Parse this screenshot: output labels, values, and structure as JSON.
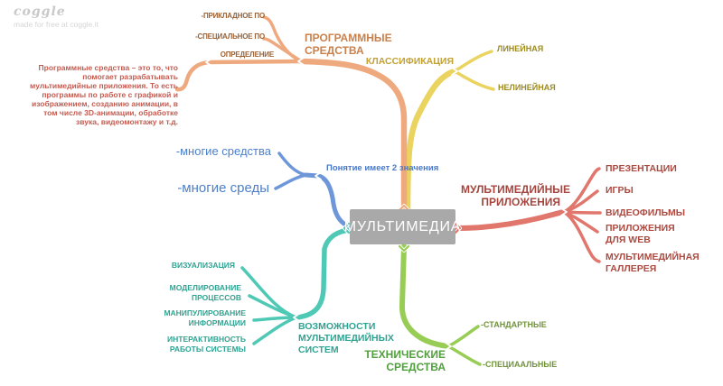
{
  "watermark": {
    "logo": "coggle",
    "tagline": "made for free at coggle.it"
  },
  "center": {
    "label": "МУЛЬТИМЕДИА"
  },
  "branches": {
    "software": {
      "title": "ПРОГРАММНЫЕ СРЕДСТВА",
      "children": [
        "-ПРИКЛАДНОЕ ПО",
        "-СПЕЦИАЛЬНОЕ ПО",
        "ОПРЕДЕЛЕНИЕ"
      ],
      "definition": "Программные средства – это то, что помогает разрабатывать мультимедийные приложения. То есть программы по работе с графикой и изображением, созданию анимации, в том числе 3D-анимации, обработке звука, видеомонтажу и т.д."
    },
    "classification": {
      "title": "КЛАССИФИКАЦИЯ",
      "children": [
        "ЛИНЕЙНАЯ",
        "НЕЛИНЕЙНАЯ"
      ]
    },
    "meanings": {
      "title": "Понятие имеет 2 значения",
      "children": [
        "-многие средства",
        "-многие среды"
      ]
    },
    "applications": {
      "title": "МУЛЬТИМЕДИЙНЫЕ ПРИЛОЖЕНИЯ",
      "children": [
        "ПРЕЗЕНТАЦИИ",
        "ИГРЫ",
        "ВИДЕОФИЛЬМЫ",
        "ПРИЛОЖЕНИЯ ДЛЯ WEB",
        "МУЛЬТИМЕДИЙНАЯ ГАЛЛЕРЕЯ"
      ]
    },
    "capabilities": {
      "title": "ВОЗМОЖНОСТИ МУЛЬТИМЕДИЙНЫХ СИСТЕМ",
      "children": [
        "ВИЗУАЛИЗАЦИЯ",
        "МОДЕЛИРОВАНИЕ ПРОЦЕССОВ",
        "МАНИПУЛИРОВАНИЕ ИНФОРМАЦИИ",
        "ИНТЕРАКТИВНОСТЬ РАБОТЫ СИСТЕМЫ"
      ]
    },
    "technical": {
      "title": "ТЕХНИЧЕСКИЕ СРЕДСТВА",
      "children": [
        "-СТАНДАРТНЫЕ",
        "-СПЕЦИААЛЬНЫЕ"
      ]
    }
  },
  "colors": {
    "center_bg": "#a9a9a9",
    "center_text": "#ffffff",
    "software_line": "#efa97e",
    "software_title": "#c9804c",
    "software_children": "#9c6132",
    "software_definition": "#c55b50",
    "classification_line": "#ead35f",
    "classification_text": "#c2a134",
    "classification_children": "#9d8a20",
    "meanings_line": "#6e97d9",
    "meanings_text": "#4e80ca",
    "applications_line": "#e0766c",
    "applications_text": "#a6453e",
    "capabilities_line": "#4fc9b6",
    "capabilities_text": "#2fa392",
    "technical_line": "#98cd55",
    "technical_title": "#4fa03c",
    "technical_children": "#71943b",
    "watermark": "#c9c9c9"
  }
}
